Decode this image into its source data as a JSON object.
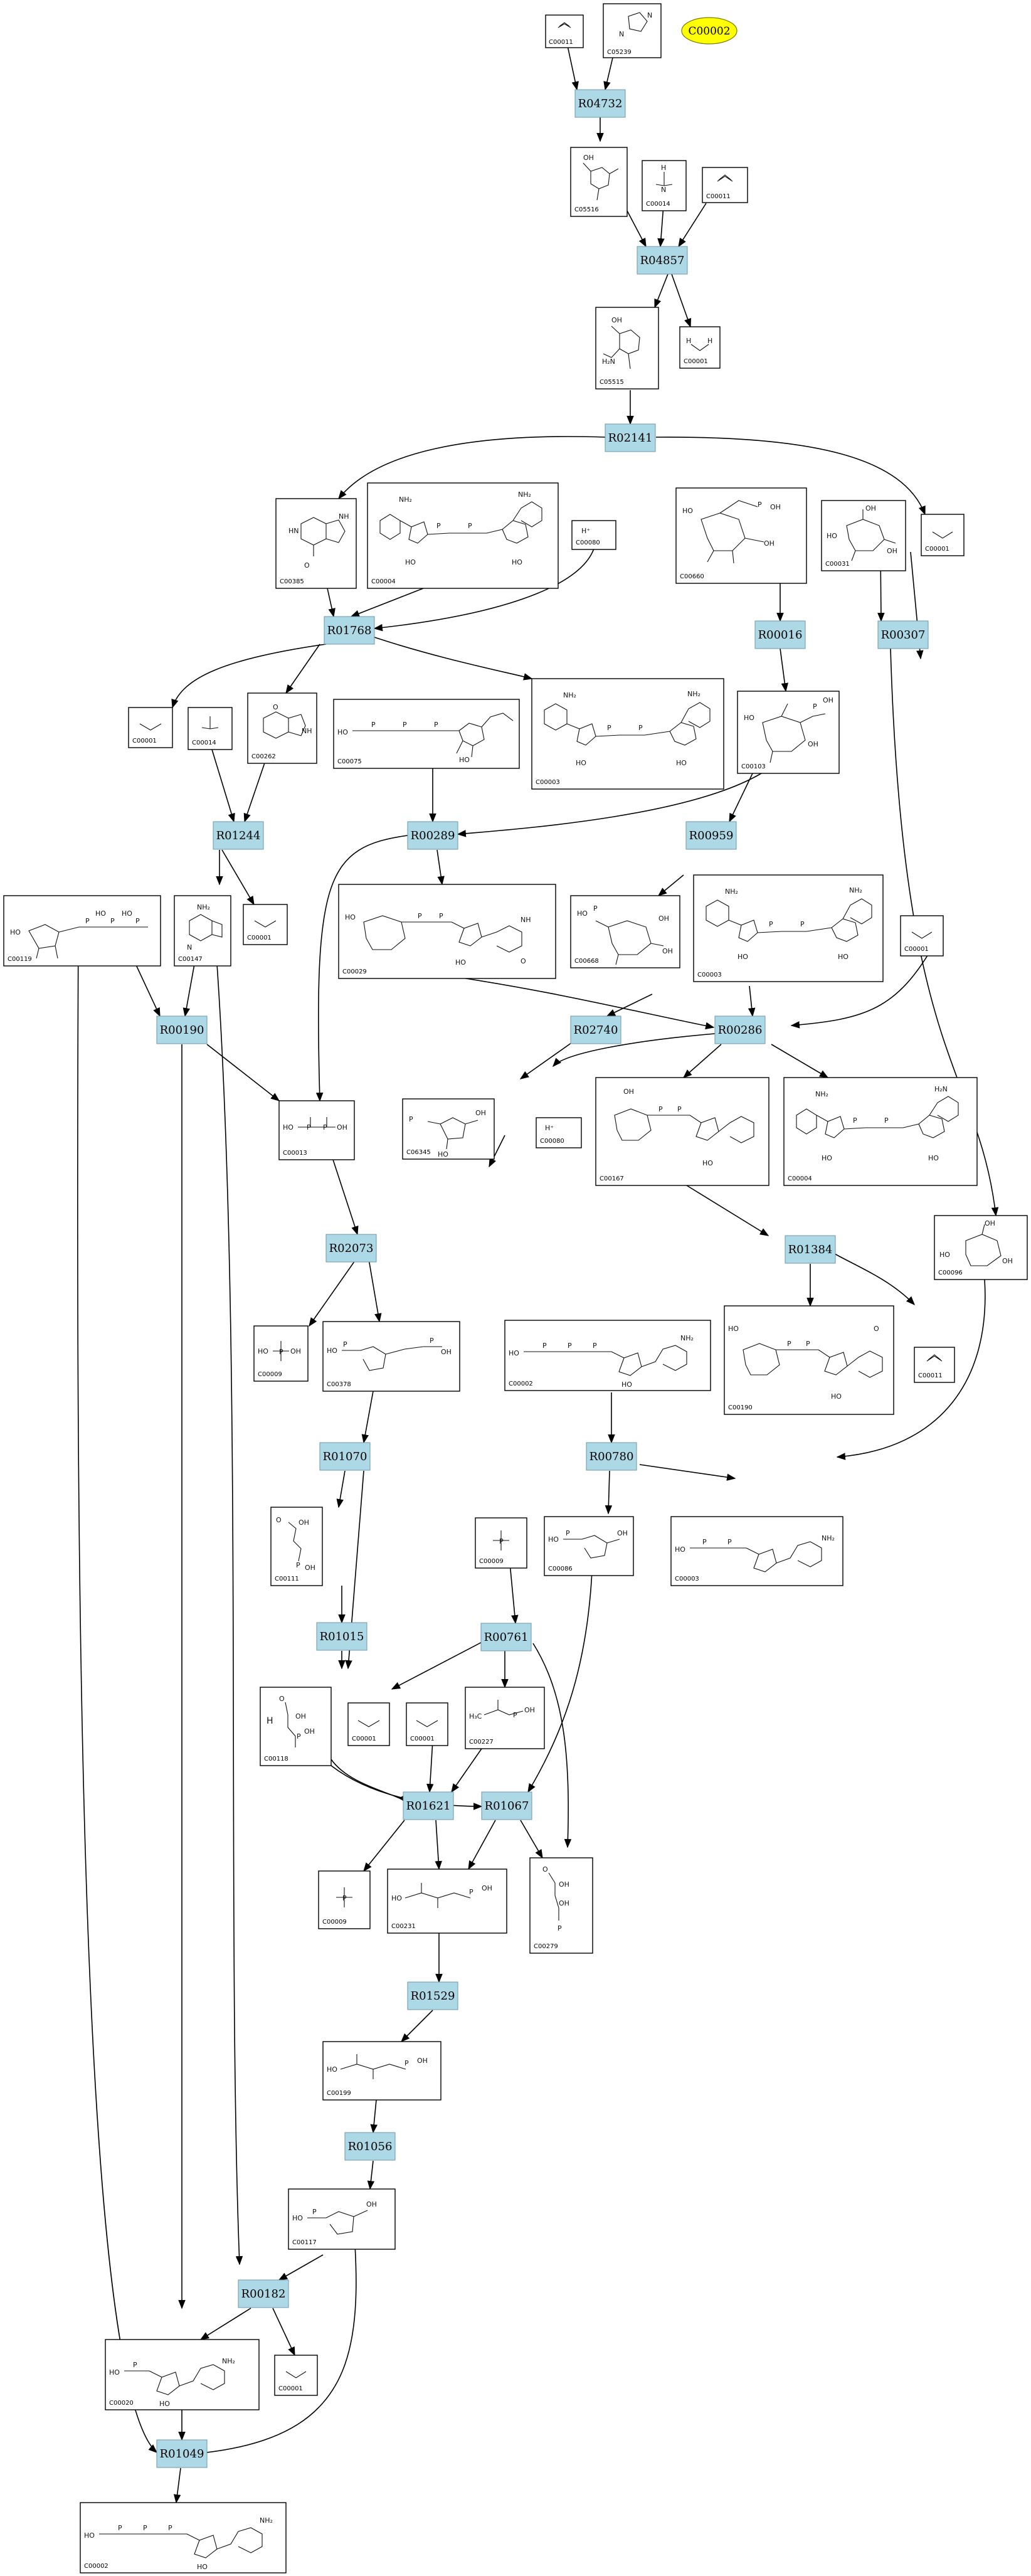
{
  "reactions": [
    {
      "id": "R04732"
    },
    {
      "id": "R04857"
    },
    {
      "id": "R02141"
    },
    {
      "id": "R01768"
    },
    {
      "id": "R00016"
    },
    {
      "id": "R00307"
    },
    {
      "id": "R01244"
    },
    {
      "id": "R00289"
    },
    {
      "id": "R00959"
    },
    {
      "id": "R00190"
    },
    {
      "id": "R02740"
    },
    {
      "id": "R00286"
    },
    {
      "id": "R02073"
    },
    {
      "id": "R01384"
    },
    {
      "id": "R01070"
    },
    {
      "id": "R00780"
    },
    {
      "id": "R01015"
    },
    {
      "id": "R00761"
    },
    {
      "id": "R01621"
    },
    {
      "id": "R01067"
    },
    {
      "id": "R01529"
    },
    {
      "id": "R01056"
    },
    {
      "id": "R00182"
    },
    {
      "id": "R01049"
    }
  ],
  "compounds": [
    {
      "id": "C00011"
    },
    {
      "id": "C05239"
    },
    {
      "id": "C05516"
    },
    {
      "id": "C00014"
    },
    {
      "id": "C00011"
    },
    {
      "id": "C05515"
    },
    {
      "id": "C00001"
    },
    {
      "id": "C00385"
    },
    {
      "id": "C00004"
    },
    {
      "id": "C00080"
    },
    {
      "id": "C00660"
    },
    {
      "id": "C00031"
    },
    {
      "id": "C00001"
    },
    {
      "id": "C00001"
    },
    {
      "id": "C00014"
    },
    {
      "id": "C00262"
    },
    {
      "id": "C00075"
    },
    {
      "id": "C00003"
    },
    {
      "id": "C00103"
    },
    {
      "id": "C00119"
    },
    {
      "id": "C00147"
    },
    {
      "id": "C00001"
    },
    {
      "id": "C00029"
    },
    {
      "id": "C00668"
    },
    {
      "id": "C00003"
    },
    {
      "id": "C00001"
    },
    {
      "id": "C00013"
    },
    {
      "id": "C06345"
    },
    {
      "id": "C00080"
    },
    {
      "id": "C00167"
    },
    {
      "id": "C00004"
    },
    {
      "id": "C00096"
    },
    {
      "id": "C00009"
    },
    {
      "id": "C00378"
    },
    {
      "id": "C00002"
    },
    {
      "id": "C00190"
    },
    {
      "id": "C00011"
    },
    {
      "id": "C00111"
    },
    {
      "id": "C00009"
    },
    {
      "id": "C00086"
    },
    {
      "id": "C00003"
    },
    {
      "id": "C00118"
    },
    {
      "id": "C00001"
    },
    {
      "id": "C00001"
    },
    {
      "id": "C00227"
    },
    {
      "id": "C00009"
    },
    {
      "id": "C00231"
    },
    {
      "id": "C00279"
    },
    {
      "id": "C00199"
    },
    {
      "id": "C00117"
    },
    {
      "id": "C00020"
    },
    {
      "id": "C00001"
    },
    {
      "id": "C00002"
    }
  ],
  "highlight": {
    "id": "C00002",
    "color": "#ffff00"
  },
  "colors": {
    "reaction_fill": "#add8e6",
    "reaction_border": "#6e98a8",
    "edge": "#000000"
  }
}
